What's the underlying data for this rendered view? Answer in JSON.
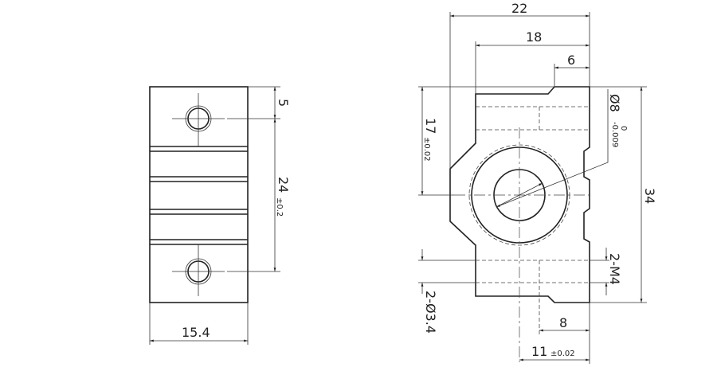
{
  "side_view": {
    "dim_hole_offset": "5",
    "dim_hole_spacing": "24",
    "dim_hole_spacing_tol": "±0.2",
    "dim_width": "15.4"
  },
  "front_view": {
    "dim_overall_width": "22",
    "dim_body_width": "18",
    "dim_top_step": "6",
    "dim_center_height": "17",
    "dim_center_height_tol": "±0.02",
    "dim_height": "34",
    "dim_bore": "Ø8",
    "dim_bore_tol_upper": "0",
    "dim_bore_tol_lower": "-0.009",
    "dim_thread": "2-M4",
    "dim_mount_hole": "2-Ø3.4",
    "dim_thread_depth": "8",
    "dim_center_offset": "11",
    "dim_center_offset_tol": "±0.02"
  }
}
